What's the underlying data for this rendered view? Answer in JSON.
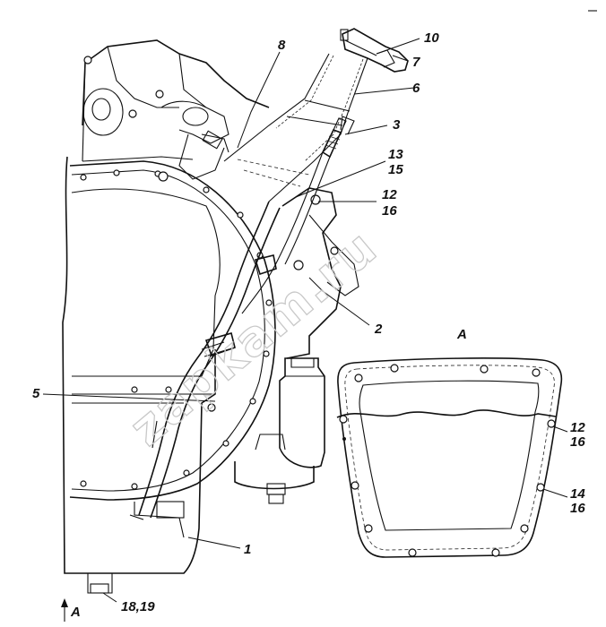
{
  "callouts": {
    "c10": "10",
    "c7": "7",
    "c8": "8",
    "c6": "6",
    "c3": "3",
    "c13": "13",
    "c15": "15",
    "c12": "12",
    "c16": "16",
    "c2": "2",
    "c5": "5",
    "c1": "1",
    "c18_19": "18,19",
    "cA_bottom": "A",
    "cA_view": "A",
    "cv12": "12",
    "cv16a": "16",
    "cv14": "14",
    "cv16b": "16"
  },
  "watermark": "zapkam.ru",
  "icons": {
    "view_arrow": "up-arrow-icon"
  }
}
